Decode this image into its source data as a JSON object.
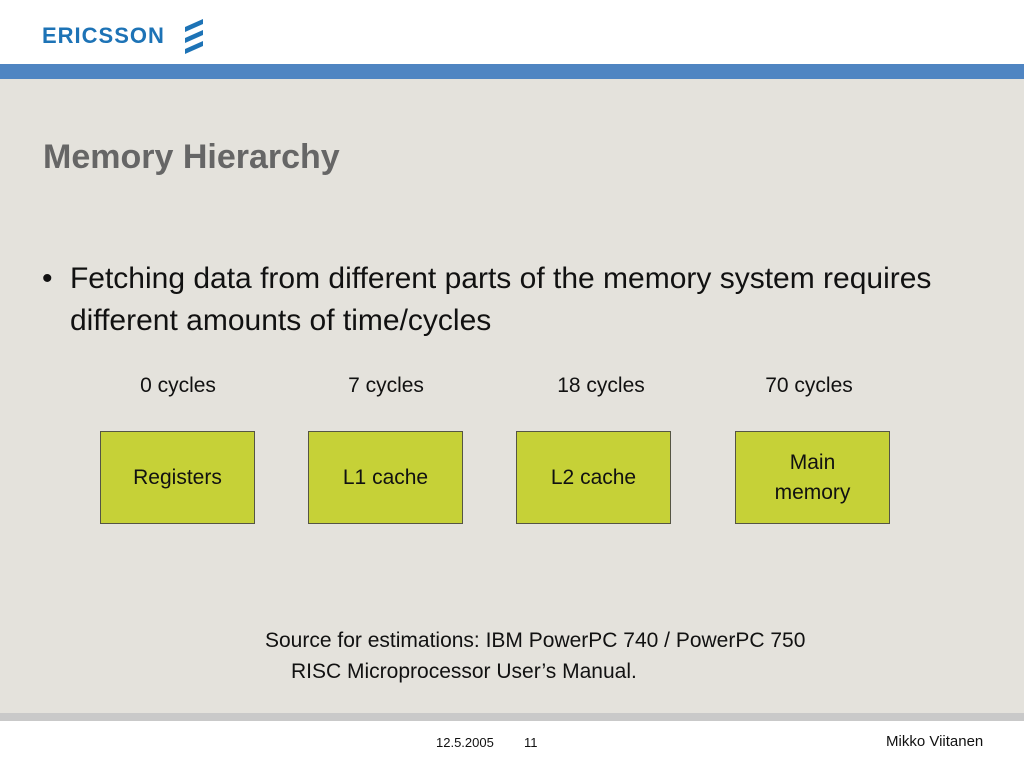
{
  "header": {
    "brand": "ERICSSON",
    "brand_color": "#1d73b6",
    "logo_icon": "ericsson-logo-icon"
  },
  "colors": {
    "top_bar": "#4f85c2",
    "background": "#e4e2dc",
    "box_fill": "#c6d137",
    "title": "#666666",
    "bottom_bar": "#c9c9c9"
  },
  "slide": {
    "title": "Memory Hierarchy",
    "bullet": "Fetching data from different parts of the memory system requires different amounts of time/cycles",
    "hierarchy": [
      {
        "cycles": "0 cycles",
        "label": "Registers"
      },
      {
        "cycles": "7 cycles",
        "label": "L1 cache"
      },
      {
        "cycles": "18 cycles",
        "label": "L2 cache"
      },
      {
        "cycles": "70 cycles",
        "label": "Main\nmemory"
      }
    ],
    "source_line1": "Source for estimations:  IBM PowerPC 740 / PowerPC 750",
    "source_line2": "RISC Microprocessor User’s Manual."
  },
  "footer": {
    "date": "12.5.2005",
    "page": "11",
    "author": "Mikko Viitanen"
  }
}
